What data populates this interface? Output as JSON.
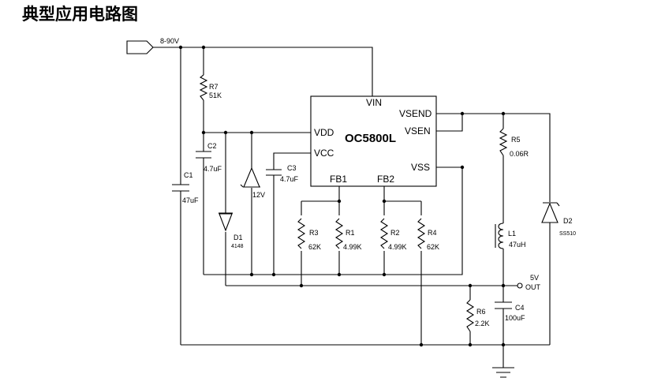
{
  "title": "典型应用电路图",
  "input_label": "8-90V",
  "output": {
    "voltage": "5V",
    "name": "OUT"
  },
  "chip": {
    "name": "OC5800L",
    "pins": {
      "vin": "VIN",
      "vdd": "VDD",
      "vcc": "VCC",
      "vsend": "VSEND",
      "vsen": "VSEN",
      "vss": "VSS",
      "fb1": "FB1",
      "fb2": "FB2"
    }
  },
  "components": {
    "R7": {
      "ref": "R7",
      "value": "51K"
    },
    "C2": {
      "ref": "C2",
      "value": "4.7uF"
    },
    "C1": {
      "ref": "C1",
      "value": "47uF"
    },
    "D1": {
      "ref": "D1",
      "value": "4148"
    },
    "Z1": {
      "value": "12V"
    },
    "C3": {
      "ref": "C3",
      "value": "4.7uF"
    },
    "R3": {
      "ref": "R3",
      "value": "62K"
    },
    "R1": {
      "ref": "R1",
      "value": "4.99K"
    },
    "R2": {
      "ref": "R2",
      "value": "4.99K"
    },
    "R4": {
      "ref": "R4",
      "value": "62K"
    },
    "R5": {
      "ref": "R5",
      "value": "0.06R"
    },
    "L1": {
      "ref": "L1",
      "value": "47uH"
    },
    "D2": {
      "ref": "D2",
      "value": "SS510"
    },
    "R6": {
      "ref": "R6",
      "value": "2.2K"
    },
    "C4": {
      "ref": "C4",
      "value": "100uF"
    }
  }
}
